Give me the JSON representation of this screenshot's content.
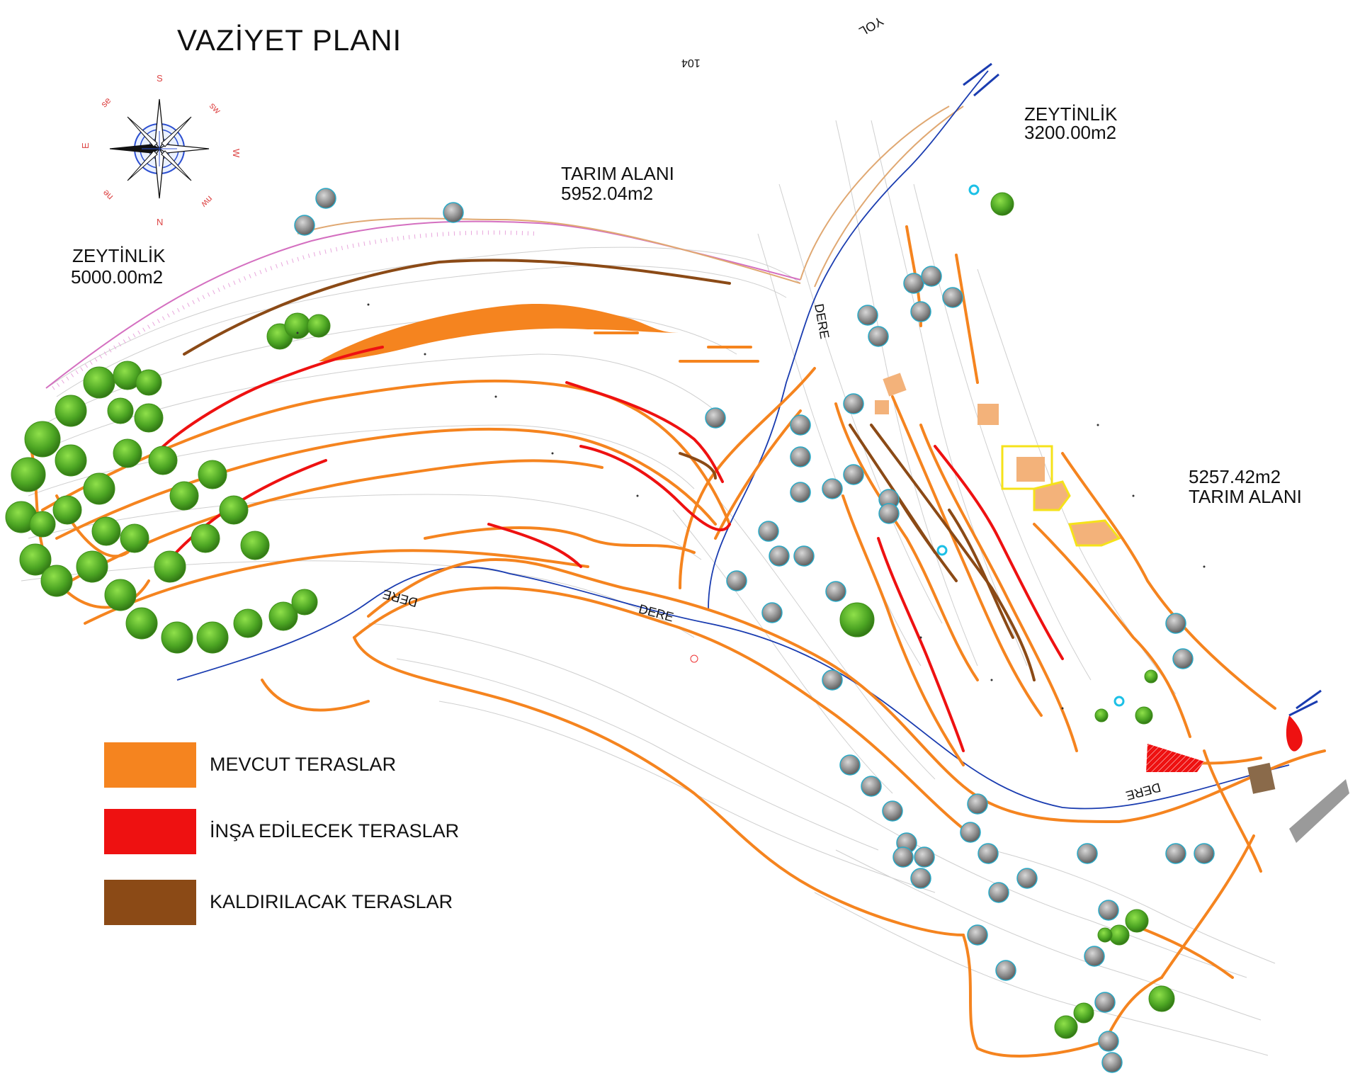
{
  "title": "VAZİYET PLANI",
  "north_marker": "104",
  "top_road_label": "YOL",
  "compass": {
    "labels": [
      "S",
      "sw",
      "W",
      "nw",
      "N",
      "ne",
      "E",
      "se"
    ]
  },
  "areas": [
    {
      "name": "ZEYTİNLİK",
      "value": "5000.00m2"
    },
    {
      "name": "TARIM ALANI",
      "value": "5952.04m2"
    },
    {
      "name": "ZEYTİNLİK",
      "value": "3200.00m2"
    },
    {
      "name": "TARIM ALANI",
      "value": "5257.42m2"
    }
  ],
  "stream_label": "DERE",
  "legend": [
    {
      "label": "MEVCUT TERASLAR",
      "color": "#f5841f"
    },
    {
      "label": "İNŞA EDİLECEK TERASLAR",
      "color": "#ee1111"
    },
    {
      "label": "KALDIRILACAK TERASLAR",
      "color": "#8b4a16"
    }
  ],
  "colors": {
    "existing_terrace": "#f5841f",
    "new_terrace": "#ee1111",
    "removed_terrace": "#8b4a16",
    "olive_tree": "#5ab52a",
    "stream": "#1a3cb0",
    "contour": "#c8c8c8",
    "building": "#f3b27a",
    "building_outline": "#f5e21a"
  }
}
